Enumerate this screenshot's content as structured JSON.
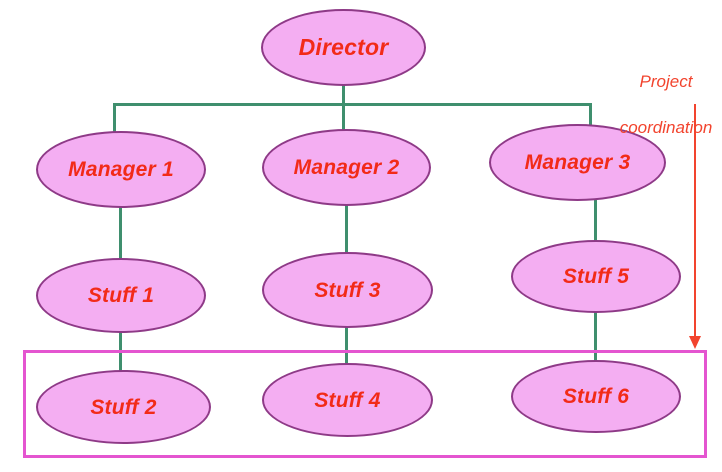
{
  "diagram": {
    "title": "Organizational chart with project coordination",
    "colors": {
      "node_fill": "#f4aef2",
      "node_border": "#8e3a87",
      "node_text": "#f22b18",
      "connector": "#3f8f6e",
      "group_border": "#e455d0",
      "annotation": "#f2442e",
      "background": "#ffffff"
    },
    "nodes": [
      {
        "id": "director",
        "label": "Director",
        "level": "top"
      },
      {
        "id": "manager1",
        "label": "Manager 1",
        "level": "manager"
      },
      {
        "id": "manager2",
        "label": "Manager 2",
        "level": "manager"
      },
      {
        "id": "manager3",
        "label": "Manager 3",
        "level": "manager"
      },
      {
        "id": "stuff1",
        "label": "Stuff 1",
        "level": "staff"
      },
      {
        "id": "stuff3",
        "label": "Stuff 3",
        "level": "staff"
      },
      {
        "id": "stuff5",
        "label": "Stuff 5",
        "level": "staff"
      },
      {
        "id": "stuff2",
        "label": "Stuff 2",
        "level": "staff"
      },
      {
        "id": "stuff4",
        "label": "Stuff 4",
        "level": "staff"
      },
      {
        "id": "stuff6",
        "label": "Stuff 6",
        "level": "staff"
      }
    ],
    "edges": [
      {
        "from": "director",
        "to": "manager1"
      },
      {
        "from": "director",
        "to": "manager2"
      },
      {
        "from": "director",
        "to": "manager3"
      },
      {
        "from": "manager1",
        "to": "stuff1"
      },
      {
        "from": "manager2",
        "to": "stuff3"
      },
      {
        "from": "manager3",
        "to": "stuff5"
      },
      {
        "from": "stuff1",
        "to": "stuff2"
      },
      {
        "from": "stuff3",
        "to": "stuff4"
      },
      {
        "from": "stuff5",
        "to": "stuff6"
      }
    ],
    "annotation": {
      "label": "Project\ncoordination",
      "line1": "Project",
      "line2": "coordination"
    },
    "group": {
      "name": "project-coordination-group",
      "members": [
        "Stuff 2",
        "Stuff 4",
        "Stuff 6"
      ]
    }
  }
}
